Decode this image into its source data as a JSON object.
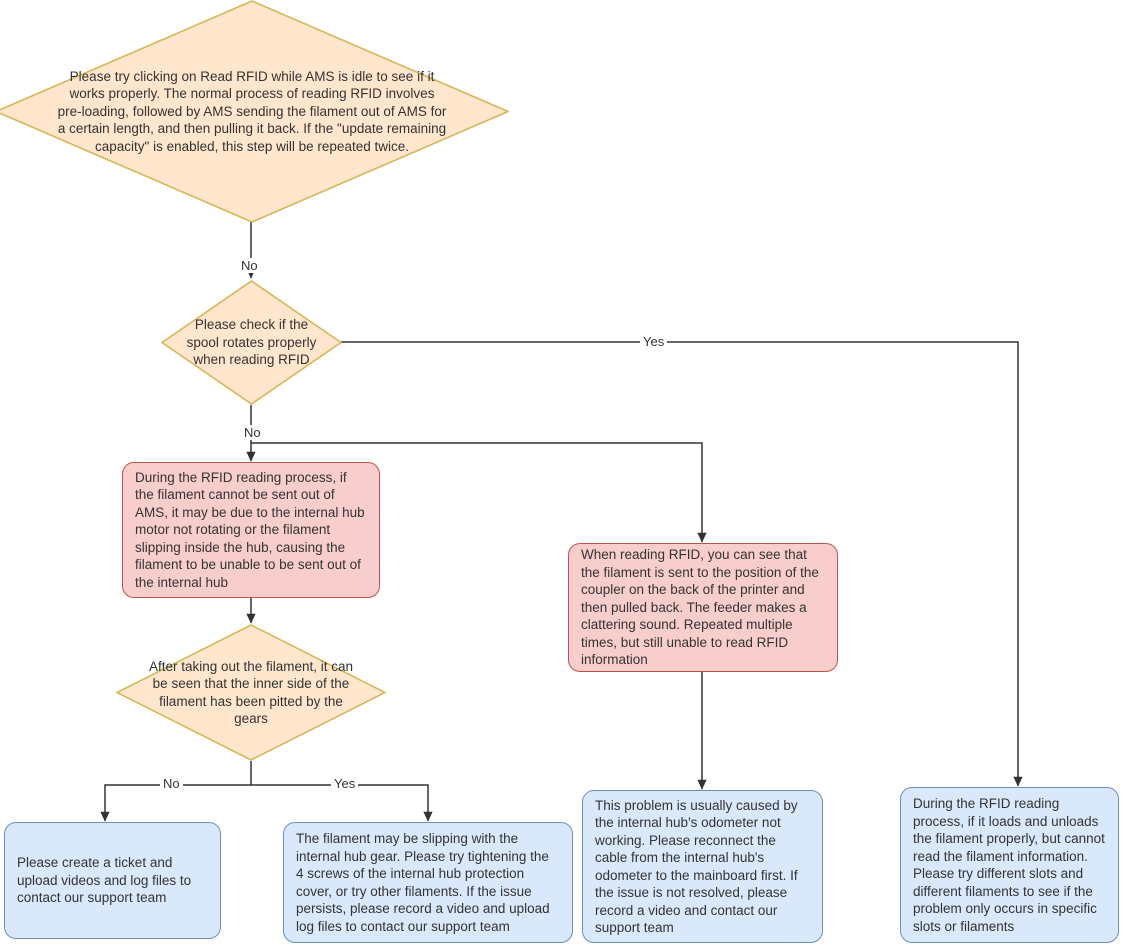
{
  "diagram": {
    "type": "flowchart",
    "title": "AMS RFID reading troubleshooting flowchart",
    "colors": {
      "decision_fill": "#ffe6cc",
      "decision_stroke": "#d6b656",
      "problem_fill": "#f8cecc",
      "problem_stroke": "#b85450",
      "action_fill": "#dae8fc",
      "action_stroke": "#6c8ebf",
      "edge_stroke": "#333333",
      "text": "#333333",
      "background": "#ffffff"
    },
    "nodes": {
      "d1": {
        "shape": "decision",
        "text": "Please try clicking on Read RFID while AMS is idle to see if it works properly. The normal process of reading RFID involves pre-loading, followed by AMS sending the filament out of AMS for a certain length, and then pulling it back. If the \"update remaining capacity\" is enabled, this step will be repeated twice."
      },
      "d2": {
        "shape": "decision",
        "text": "Please check if the spool rotates properly when reading RFID"
      },
      "p1": {
        "shape": "problem",
        "text": "During the RFID reading process, if the filament cannot be sent out of AMS, it may be due to the internal hub motor not rotating or the filament slipping inside the hub, causing the filament to be unable to be sent out of the internal hub"
      },
      "p2": {
        "shape": "problem",
        "text": "When reading RFID, you can see that the filament is sent to the position of the coupler on the back of the printer and then pulled back. The feeder makes a clattering sound. Repeated multiple times, but still unable to read RFID information"
      },
      "d3": {
        "shape": "decision",
        "text": "After taking out the filament, it can be seen that the inner side of the filament has been pitted by the gears"
      },
      "a1": {
        "shape": "action",
        "text": "Please create a ticket and upload videos and log files to contact our support team"
      },
      "a2": {
        "shape": "action",
        "text": "The filament may be slipping with the internal hub gear. Please try tightening the 4 screws of the internal hub protection cover, or try other filaments. If the issue persists, please record a video and upload log files to contact our support team"
      },
      "a3": {
        "shape": "action",
        "text": "This problem is usually caused by the internal hub's odometer not working. Please reconnect the cable from the internal hub's odometer to the mainboard first. If the issue is not resolved, please record a video and contact our support team"
      },
      "a4": {
        "shape": "action",
        "text": "During the RFID reading process, if it loads and unloads the filament properly, but cannot read the filament information. Please try different slots and different filaments to see if the problem only occurs in specific slots or filaments"
      }
    },
    "edges": [
      {
        "id": "e1",
        "from": "d1",
        "to": "d2",
        "label": "No"
      },
      {
        "id": "e2",
        "from": "d2",
        "to": "a4",
        "label": "Yes"
      },
      {
        "id": "e3",
        "from": "d2",
        "to": "p1",
        "label": "No"
      },
      {
        "id": "e4",
        "from": "d2",
        "to": "p2",
        "label": ""
      },
      {
        "id": "e5",
        "from": "p1",
        "to": "d3",
        "label": ""
      },
      {
        "id": "e6",
        "from": "p2",
        "to": "a3",
        "label": ""
      },
      {
        "id": "e7",
        "from": "d3",
        "to": "a1",
        "label": "No"
      },
      {
        "id": "e8",
        "from": "d3",
        "to": "a2",
        "label": "Yes"
      }
    ],
    "labels": {
      "no_1": "No",
      "yes_1": "Yes",
      "no_2": "No",
      "no_3": "No",
      "yes_3": "Yes"
    }
  }
}
